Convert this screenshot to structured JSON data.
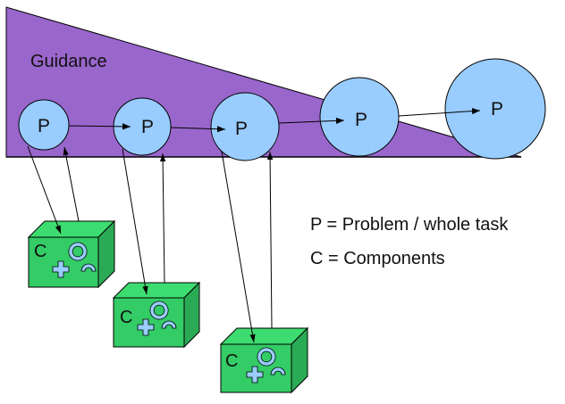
{
  "diagram": {
    "guidance_label": "Guidance",
    "problem_symbol": "P",
    "component_symbol": "C",
    "problems": [
      {
        "label": "P",
        "size_rank": 1
      },
      {
        "label": "P",
        "size_rank": 2
      },
      {
        "label": "P",
        "size_rank": 3
      },
      {
        "label": "P",
        "size_rank": 4
      },
      {
        "label": "P",
        "size_rank": 5
      }
    ],
    "components": [
      {
        "label": "C",
        "icons": [
          "ring-icon",
          "plus-icon",
          "arc-icon"
        ]
      },
      {
        "label": "C",
        "icons": [
          "ring-icon",
          "plus-icon",
          "arc-icon"
        ]
      },
      {
        "label": "C",
        "icons": [
          "ring-icon",
          "plus-icon",
          "arc-icon"
        ]
      }
    ],
    "legend": [
      {
        "text": "P = Problem / whole task"
      },
      {
        "text": "C = Components"
      }
    ],
    "colors": {
      "guidance": "#9966cc",
      "problem_circle": "#99ccff",
      "component_front": "#33cc66",
      "component_top": "#3ddc70",
      "component_side": "#2aaa55",
      "icon": "#99ccff"
    }
  }
}
